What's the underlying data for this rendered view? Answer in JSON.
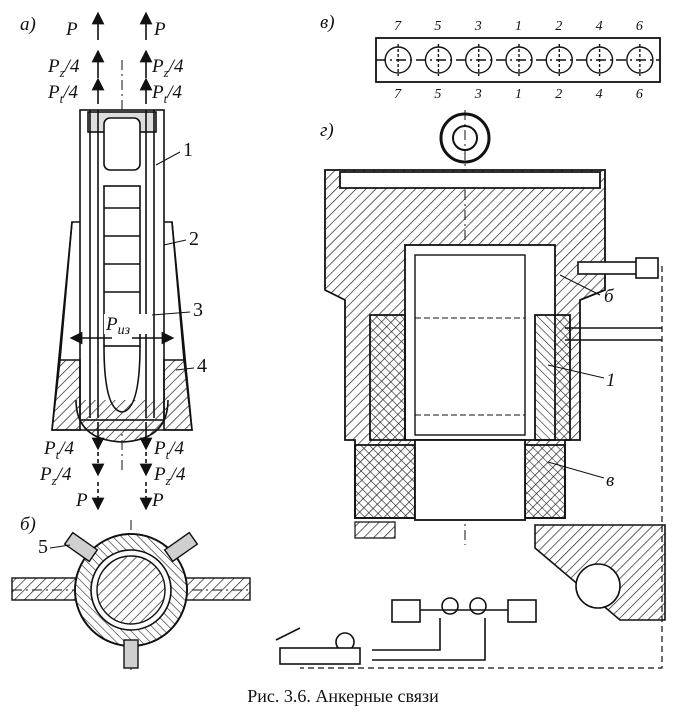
{
  "panel_labels": {
    "a": "а)",
    "b": "б)",
    "v": "в)",
    "g": "г)"
  },
  "forces": {
    "P": "P",
    "Pz4": "P",
    "Pz4_sub": "z",
    "Pz4_tail": "/4",
    "Pt4": "P",
    "Pt4_sub": "t",
    "Pt4_tail": "/4",
    "Piz": "P",
    "Piz_sub": "из"
  },
  "callouts_a": [
    "1",
    "2",
    "3",
    "4"
  ],
  "callout_b": "5",
  "strip_numbers": [
    "7",
    "5",
    "3",
    "1",
    "2",
    "4",
    "6"
  ],
  "callouts_g": {
    "b": "б",
    "one": "1",
    "v": "в"
  },
  "caption": "Рис. 3.6. Анкерные связи"
}
